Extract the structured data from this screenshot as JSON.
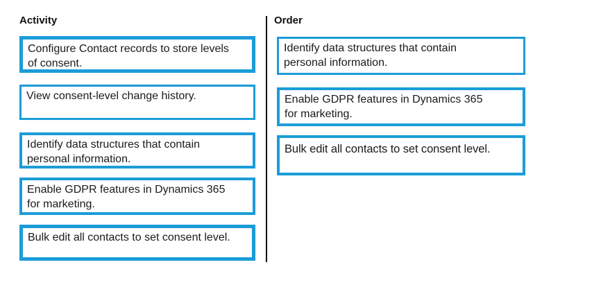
{
  "question": {
    "activity_column": {
      "heading": "Activity",
      "items": [
        {
          "lines": [
            "Configure Contact records to store levels",
            "of consent."
          ]
        },
        {
          "lines": [
            "View consent-level change history."
          ]
        },
        {
          "lines": [
            "Identify data structures that contain",
            "personal information."
          ]
        },
        {
          "lines": [
            "Enable GDPR features in Dynamics 365",
            "for marketing."
          ]
        },
        {
          "lines": [
            "Bulk edit all contacts to set consent level."
          ]
        }
      ]
    },
    "order_column": {
      "heading": "Order",
      "items": [
        {
          "lines": [
            "Identify data structures that contain",
            "personal information."
          ]
        },
        {
          "lines": [
            "Enable GDPR features in Dynamics 365",
            "for marketing."
          ]
        },
        {
          "lines": [
            "Bulk edit all contacts to set consent level."
          ]
        }
      ]
    }
  },
  "colors": {
    "box_border": "#1b9cd8",
    "divider": "#000000",
    "text": "#1a1a1a"
  }
}
